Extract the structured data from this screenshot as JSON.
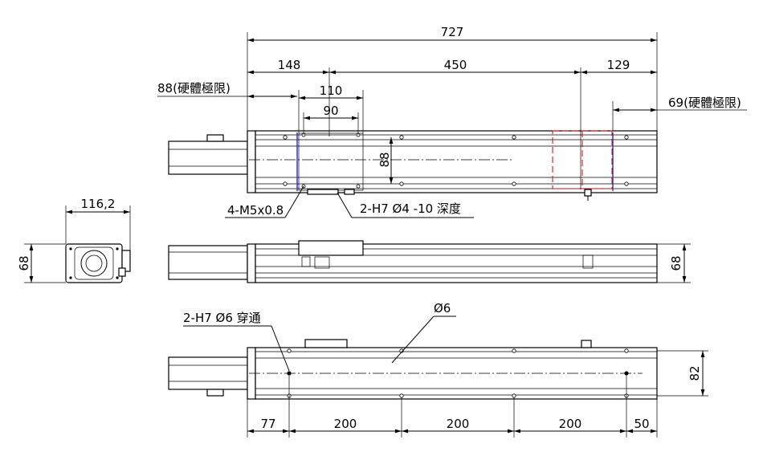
{
  "diagram": {
    "top_view": {
      "overall_length": "727",
      "left_offset": "148",
      "stroke_length": "450",
      "right_offset": "129",
      "left_limit": "88(硬體極限)",
      "right_limit": "69(硬體極限)",
      "carriage_length": "110",
      "hole_spacing": "90",
      "width_dim": "88",
      "thread_callout": "4-M5x0.8",
      "pin_callout": "2-H7 Ø4 -10 深度"
    },
    "end_view": {
      "width": "116,2",
      "height": "68"
    },
    "side_view": {
      "height": "68"
    },
    "bottom_view": {
      "through_hole_callout": "2-H7 Ø6 穿通",
      "hole_diameter": "Ø6",
      "width_dim": "82",
      "spacing": [
        "77",
        "200",
        "200",
        "200",
        "50"
      ]
    }
  }
}
